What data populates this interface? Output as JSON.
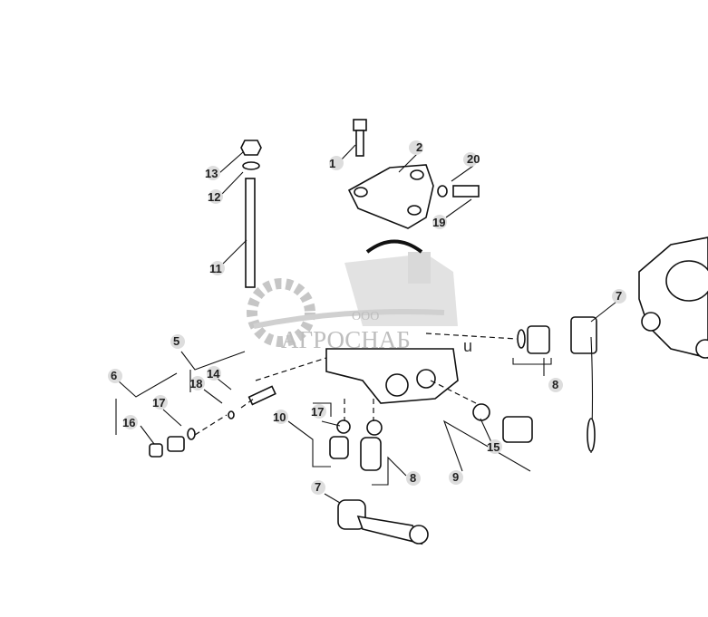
{
  "callouts": [
    {
      "id": "c1",
      "text": "1"
    },
    {
      "id": "c2",
      "text": "2"
    },
    {
      "id": "c20",
      "text": "20"
    },
    {
      "id": "c19",
      "text": "19"
    },
    {
      "id": "c13",
      "text": "13"
    },
    {
      "id": "c12",
      "text": "12"
    },
    {
      "id": "c11",
      "text": "11"
    },
    {
      "id": "c7a",
      "text": "7"
    },
    {
      "id": "c8a",
      "text": "8"
    },
    {
      "id": "c5",
      "text": "5"
    },
    {
      "id": "c14",
      "text": "14"
    },
    {
      "id": "c6",
      "text": "6"
    },
    {
      "id": "c18",
      "text": "18"
    },
    {
      "id": "c17a",
      "text": "17"
    },
    {
      "id": "c16",
      "text": "16"
    },
    {
      "id": "c10",
      "text": "10"
    },
    {
      "id": "c17b",
      "text": "17"
    },
    {
      "id": "c8b",
      "text": "8"
    },
    {
      "id": "c15",
      "text": "15"
    },
    {
      "id": "c9",
      "text": "9"
    },
    {
      "id": "c7b",
      "text": "7"
    }
  ],
  "fragment_text": "u",
  "watermark": {
    "prefix": "ООО",
    "name": "АГРОСНАБ",
    "color": "#8a8a8a"
  }
}
